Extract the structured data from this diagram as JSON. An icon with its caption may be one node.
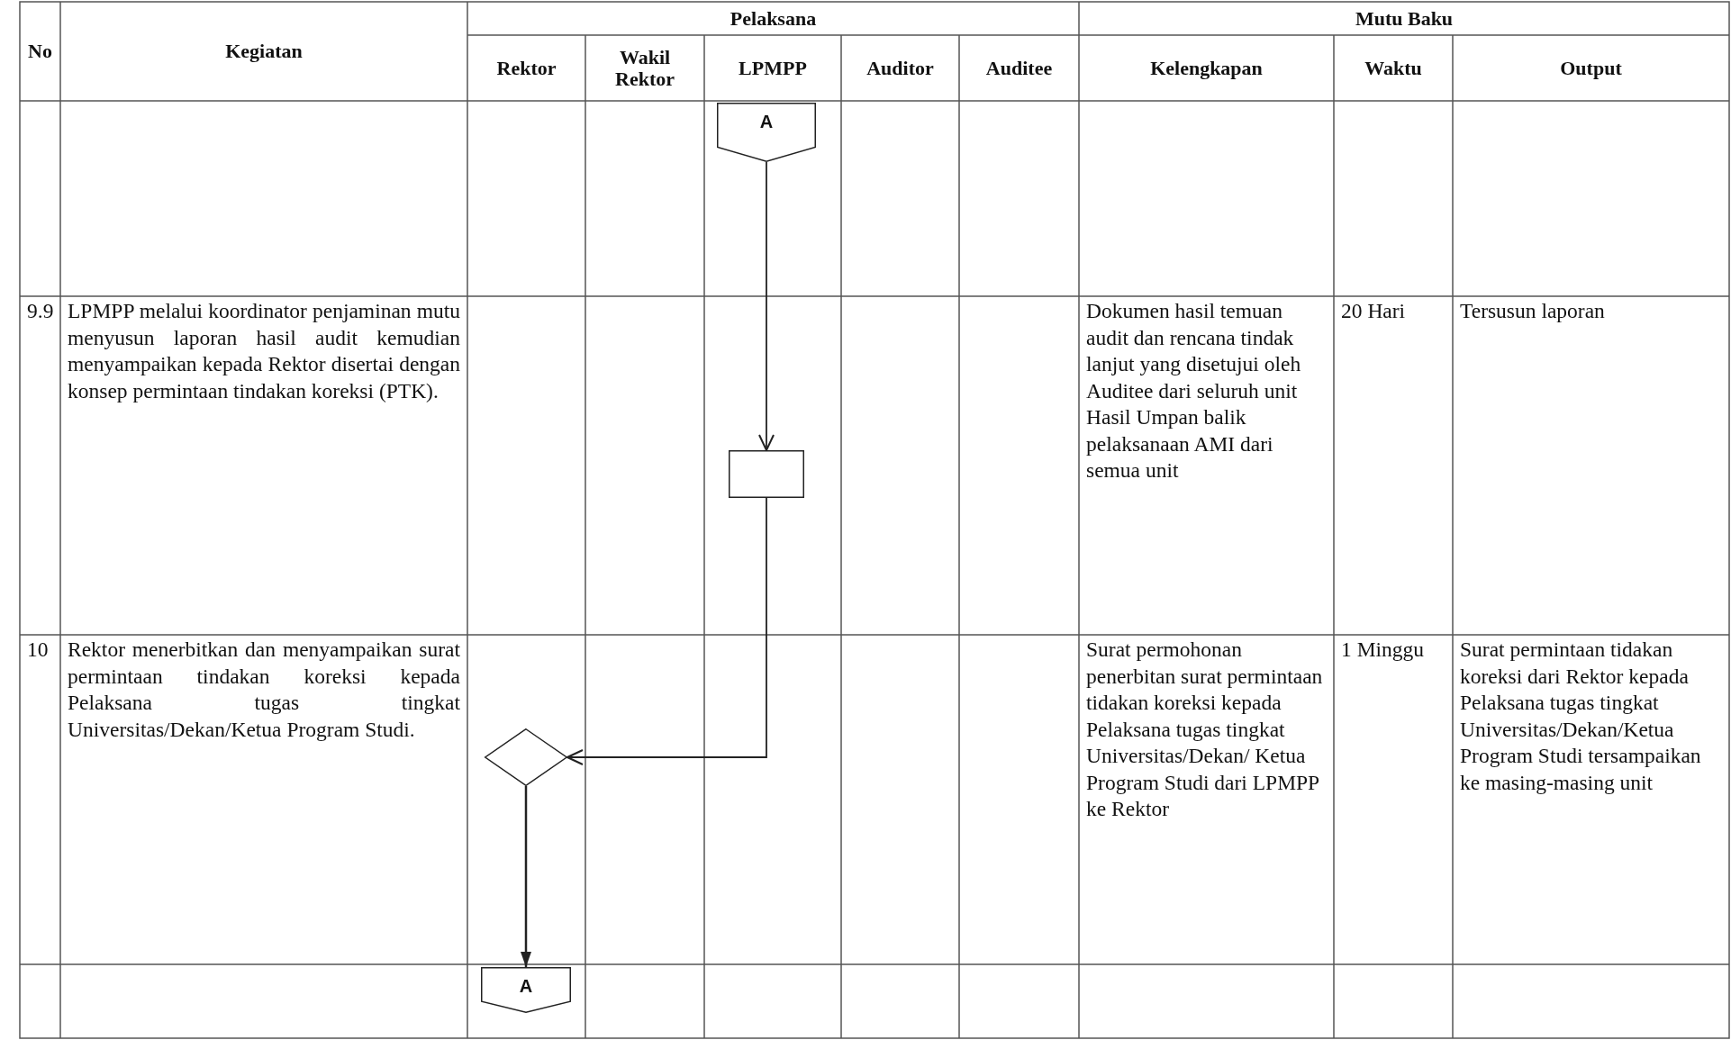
{
  "diagram": {
    "nodes": [
      {
        "text": [
          "A"
        ]
      },
      {
        "text": [],
        "shape": "box"
      },
      {
        "text": [],
        "shape": "diamond"
      },
      {
        "text": [
          "A"
        ]
      }
    ],
    "edges": [
      {
        "from": 0,
        "to": 1,
        "arrow": "to"
      },
      {
        "from": 1,
        "to": 2,
        "arrow": "to"
      },
      {
        "from": 2,
        "to": 3,
        "arrow": "to"
      }
    ],
    "labels": [
      "No",
      "Kegiatan",
      "Pelaksana",
      "Mutu Baku",
      "Rektor",
      "Wakil Rektor",
      "LPMPP",
      "Auditor",
      "Auditee",
      "Kelengkapan",
      "Waktu",
      "Output",
      "9.9",
      "LPMPP melalui koordinator penjaminan mutu menyusun laporan hasil audit kemudian menyampaikan kepada Rektor disertai dengan konsep permintaan tindakan koreksi (PTK).",
      "Dokumen hasil temuan audit dan rencana tindak lanjut yang disetujui oleh Auditee dari seluruh unit",
      "Hasil Umpan balik pelaksanaan AMI dari semua unit",
      "20 Hari",
      "Tersusun laporan",
      "10",
      "Rektor menerbitkan dan menyampaikan surat permintaan tindakan koreksi kepada Pelaksana tugas tingkat Universitas/Dekan/Ketua Program Studi.",
      "Surat permohonan penerbitan surat permintaan tidakan koreksi kepada Pelaksana tugas tingkat Universitas/Dekan/ Ketua Program Studi dari LPMPP ke Rektor",
      "1 Minggu",
      "Surat permintaan tidakan koreksi dari Rektor kepada Pelaksana tugas tingkat Universitas/Dekan/Ketua Program Studi tersampaikan ke masing-masing unit"
    ]
  }
}
